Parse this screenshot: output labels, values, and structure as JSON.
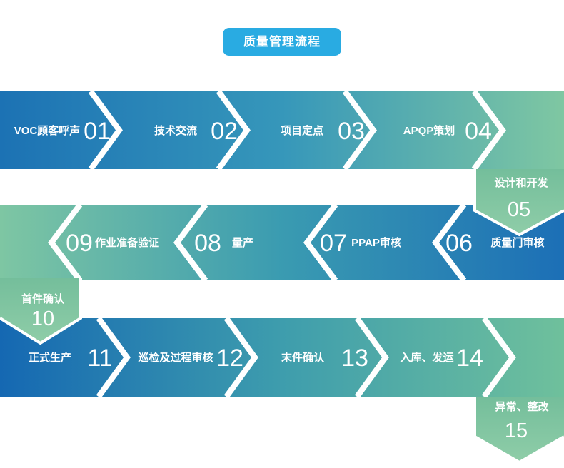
{
  "title": {
    "text": "质量管理流程"
  },
  "colors": {
    "badge": "#29ABE2",
    "text": "#FFFFFF",
    "separator": "#FFFFFF",
    "row1_start": "#1C72B4",
    "row1_mid": "#3697BA",
    "row1_end": "#7FC7A2",
    "row2_start": "#7EC6A3",
    "row2_mid": "#3A9BB1",
    "row2_end": "#1C6FB6",
    "row3_start": "#1568B2",
    "row3_mid": "#3E9DAD",
    "row3_end": "#6FC09C",
    "pent_start": "#74BE9B",
    "pent_end": "#8FCDA8"
  },
  "steps": [
    {
      "num": "01",
      "label": "VOC顾客呼声"
    },
    {
      "num": "02",
      "label": "技术交流"
    },
    {
      "num": "03",
      "label": "项目定点"
    },
    {
      "num": "04",
      "label": "APQP策划"
    },
    {
      "num": "05",
      "label": "设计和开发"
    },
    {
      "num": "06",
      "label": "质量门审核"
    },
    {
      "num": "07",
      "label": "PPAP审核"
    },
    {
      "num": "08",
      "label": "量产"
    },
    {
      "num": "09",
      "label": "作业准备验证"
    },
    {
      "num": "10",
      "label": "首件确认"
    },
    {
      "num": "11",
      "label": "正式生产"
    },
    {
      "num": "12",
      "label": "巡检及过程审核"
    },
    {
      "num": "13",
      "label": "末件确认"
    },
    {
      "num": "14",
      "label": "入库、发运"
    },
    {
      "num": "15",
      "label": "异常、整改"
    }
  ]
}
